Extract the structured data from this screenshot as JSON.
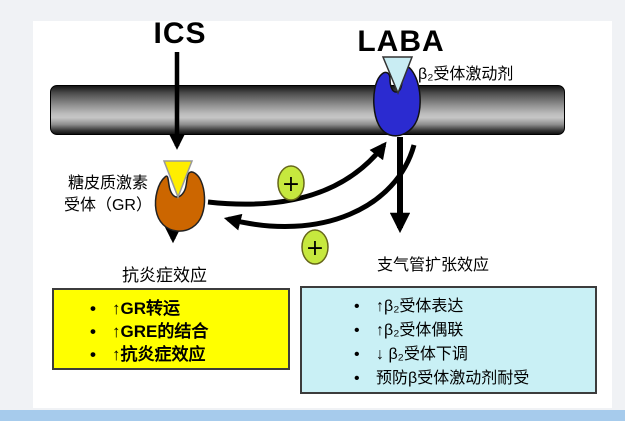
{
  "diagram": {
    "titles": {
      "ics": "ICS",
      "laba": "LABA"
    },
    "labels": {
      "beta2_agonist": "β₂受体激动剂",
      "gr_receptor_line1": "糖皮质激素",
      "gr_receptor_line2": "受体（GR）",
      "anti_inflammatory_effect": "抗炎症效应",
      "bronchodilation_effect": "支气管扩张效应"
    },
    "plus_sign": "+",
    "boxes": {
      "gr_effects": {
        "items": [
          "↑GR转运",
          "↑GRE的结合",
          "↑抗炎症效应"
        ],
        "bg_color": "#ffff00"
      },
      "beta2_effects": {
        "items": [
          "↑β₂受体表达",
          "↑β₂受体偶联",
          "↓ β₂受体下调",
          "预防β受体激动剂耐受"
        ],
        "bg_color": "#c9f0f5"
      }
    },
    "colors": {
      "gr_receptor": "#cc6600",
      "beta2_receptor": "#2b2bd0",
      "ics_ligand": "#ffee00",
      "laba_ligand": "#c9edf3",
      "plus_badge": "#c6e83e",
      "membrane_dark": "#151515",
      "bottom_bar": "#a6cbec"
    }
  }
}
